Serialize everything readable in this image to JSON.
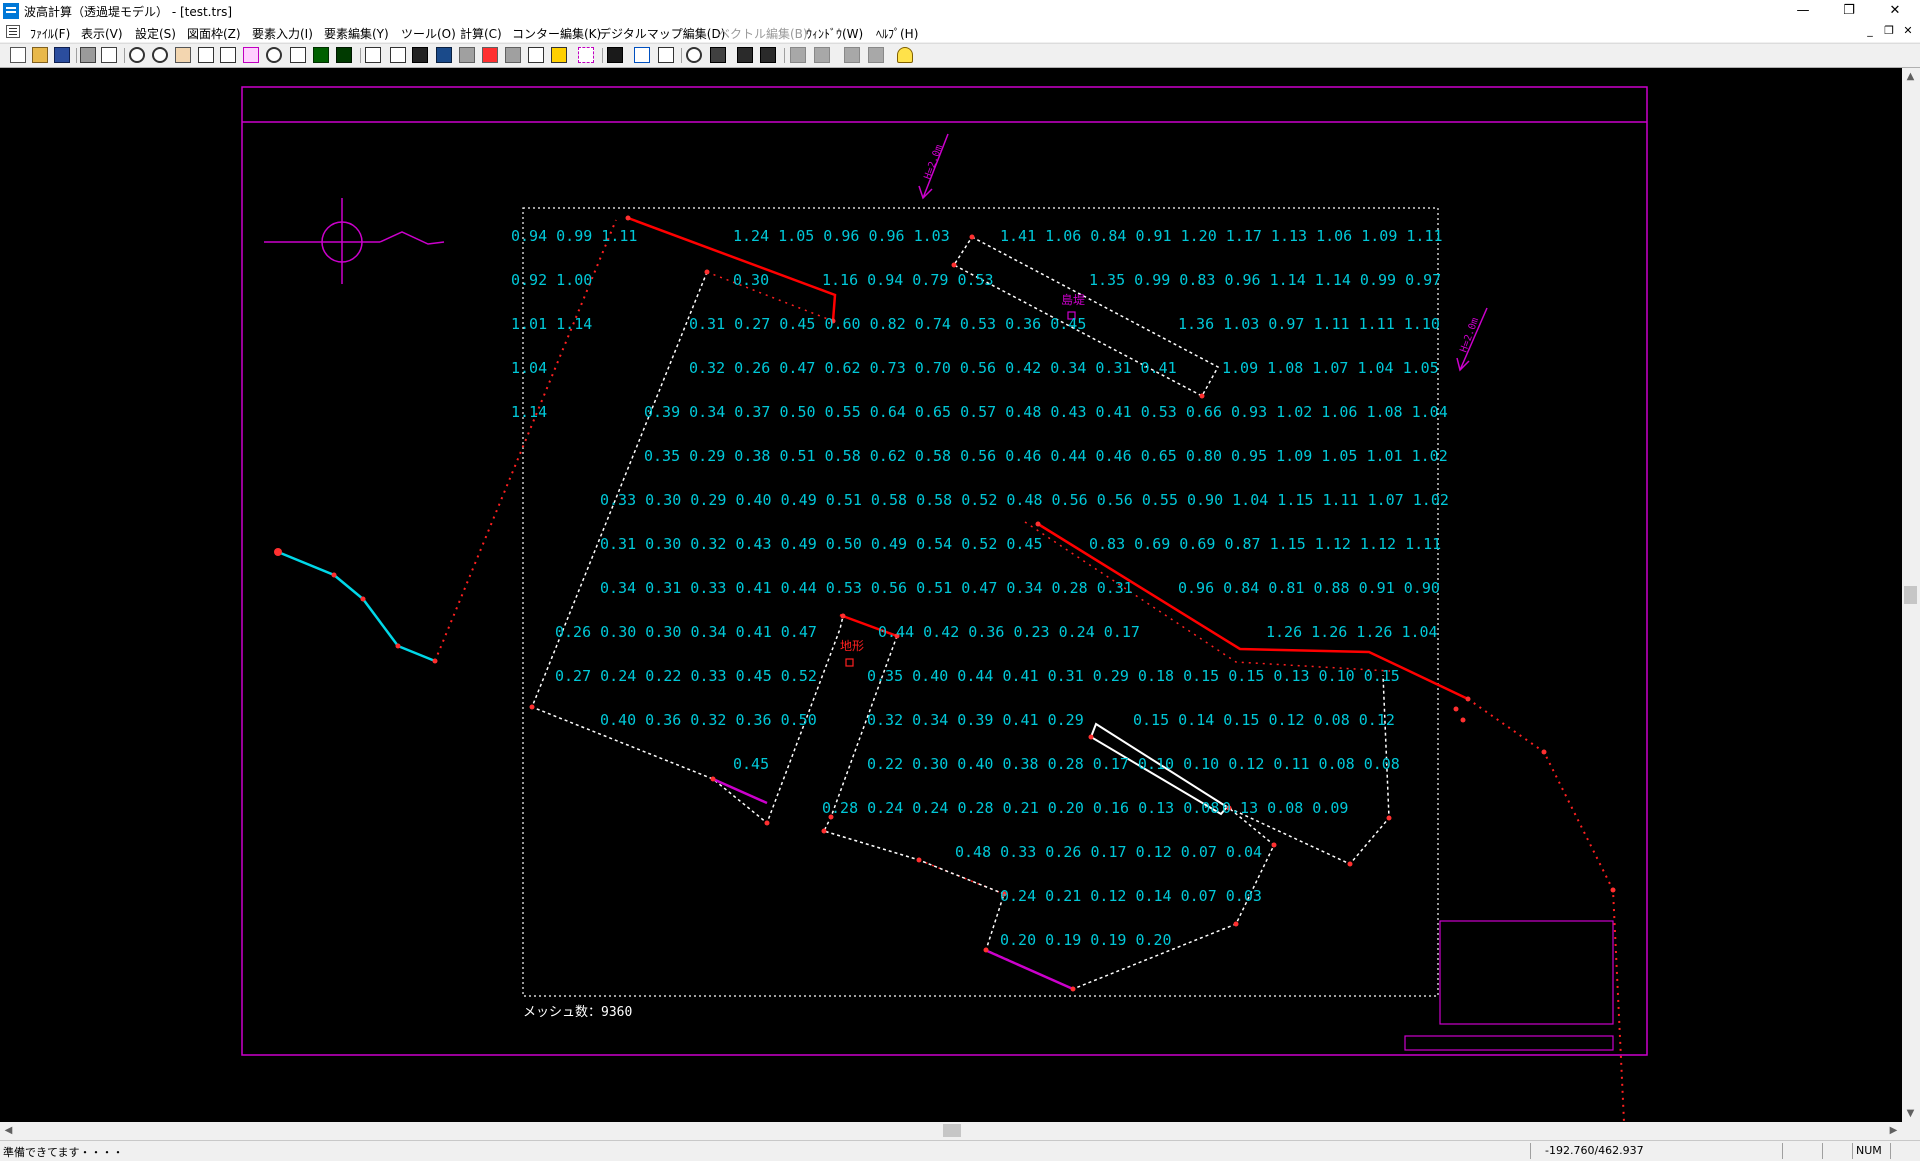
{
  "window": {
    "title": "波高計算（透過堤モデル） - [test.trs]",
    "minimize_glyph": "—",
    "restore_glyph": "❐",
    "close_glyph": "✕",
    "mdi_minimize_glyph": "_",
    "mdi_restore_glyph": "❐",
    "mdi_close_glyph": "✕"
  },
  "menu": [
    "ﾌｧｲﾙ(F)",
    "表示(V)",
    "設定(S)",
    "図面枠(Z)",
    "要素入力(I)",
    "要素編集(Y)",
    "ツール(O)",
    "計算(C)",
    "コンター編集(K)",
    "デジタルマップ編集(D)",
    "ベクトル編集(B)",
    "ｳｨﾝﾄﾞｳ(W)",
    "ﾍﾙﾌﾟ(H)"
  ],
  "drawing": {
    "mesh_count_label": "メッシュ数：9360",
    "label_island": "島堤",
    "label_terrain": "地形",
    "wave_label_1": "H=2.0m",
    "wave_label_2": "H=2.0m",
    "colors": {
      "frame": "#cc00cc",
      "values": "#00c8d8",
      "breakwater": "#ff0000",
      "boundary": "#ffffff",
      "shoreline": "#00d8e8"
    },
    "rows": [
      [
        "0.94 0.99 1.11",
        "1.24 1.05 0.96 0.96 1.03",
        "1.41 1.06 0.84 0.91 1.20 1.17 1.13 1.06 1.09 1.11"
      ],
      [
        "0.92 1.00",
        "0.30",
        "1.16 0.94 0.79 0.53",
        "1.35 0.99 0.83 0.96 1.14 1.14 0.99 0.97"
      ],
      [
        "1.01 1.14",
        "0.31 0.27 0.45 0.60 0.82 0.74 0.53 0.36 0.45",
        "1.36 1.03 0.97 1.11 1.11 1.10"
      ],
      [
        "1.04",
        "0.32 0.26 0.47 0.62 0.73 0.70 0.56 0.42 0.34 0.31 0.41",
        "1.09 1.08 1.07 1.04 1.05"
      ],
      [
        "1.14",
        "0.39 0.34 0.37 0.50 0.55 0.64 0.65 0.57 0.48 0.43 0.41 0.53 0.66 0.93 1.02 1.06 1.08 1.04"
      ],
      [
        "0.35 0.29 0.38 0.51 0.58 0.62 0.58 0.56 0.46 0.44 0.46 0.65 0.80 0.95 1.09 1.05 1.01 1.02"
      ],
      [
        "0.33 0.30 0.29 0.40 0.49 0.51 0.58 0.58 0.52 0.48 0.56 0.56 0.55 0.90 1.04 1.15 1.11 1.07 1.02"
      ],
      [
        "0.31 0.30 0.32 0.43 0.49 0.50 0.49 0.54 0.52 0.45",
        "0.83 0.69 0.69 0.87 1.15 1.12 1.12 1.11"
      ],
      [
        "0.34 0.31 0.33 0.41 0.44 0.53 0.56 0.51 0.47 0.34 0.28 0.31",
        "0.96 0.84 0.81 0.88 0.91 0.90"
      ],
      [
        "0.26 0.30 0.30 0.34 0.41 0.47",
        "0.44 0.42 0.36 0.23 0.24 0.17",
        "1.26 1.26 1.26 1.04"
      ],
      [
        "0.27 0.24 0.22 0.33 0.45 0.52",
        "0.35 0.40 0.44 0.41 0.31 0.29 0.18 0.15 0.15 0.13 0.10 0.15"
      ],
      [
        "0.40 0.36 0.32 0.36 0.50",
        "0.32 0.34 0.39 0.41 0.29",
        "0.15 0.14 0.15 0.12 0.08 0.12"
      ],
      [
        "0.45",
        "0.22 0.30 0.40 0.38 0.28 0.17 0.10 0.10 0.12 0.11 0.08 0.08"
      ],
      [
        "0.28 0.24 0.24 0.28 0.21 0.20 0.16 0.13 0.08",
        "0.13 0.08 0.09"
      ],
      [
        "0.48 0.33 0.26 0.17 0.12 0.07 0.04"
      ],
      [
        "0.24 0.21 0.12 0.14 0.07 0.03"
      ],
      [
        "0.20 0.19 0.19 0.20"
      ]
    ]
  },
  "status": {
    "message": "準備できてます・・・・",
    "coordinates": "-192.760/462.937",
    "num": "NUM"
  }
}
